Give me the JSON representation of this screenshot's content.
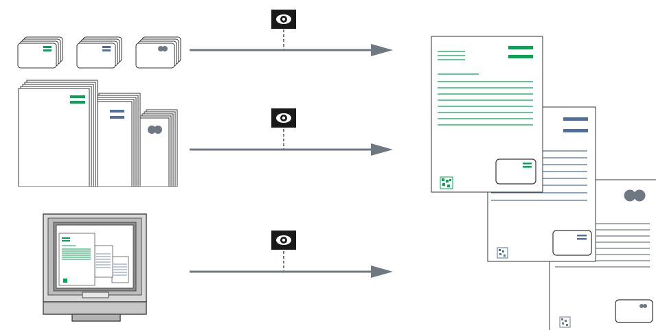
{
  "colors": {
    "green": "#00A651",
    "blue": "#4E6FA0",
    "gray": "#6F7881",
    "dark": "#555555",
    "sensor": "#1A1A1A"
  },
  "icons": {
    "sensor": "eye-icon",
    "monitor": "computer-monitor-icon",
    "arrow": "right-arrow-icon",
    "datamatrix": "datamatrix-code-icon"
  },
  "flows": [
    {
      "source": "envelope-stacks",
      "sensor": "eye-icon"
    },
    {
      "source": "document-stacks",
      "sensor": "eye-icon"
    },
    {
      "source": "computer-monitor",
      "sensor": "eye-icon"
    }
  ],
  "output_documents": [
    {
      "brand": "green-double-bar"
    },
    {
      "brand": "blue-double-bar"
    },
    {
      "brand": "gray-double-circle"
    }
  ]
}
